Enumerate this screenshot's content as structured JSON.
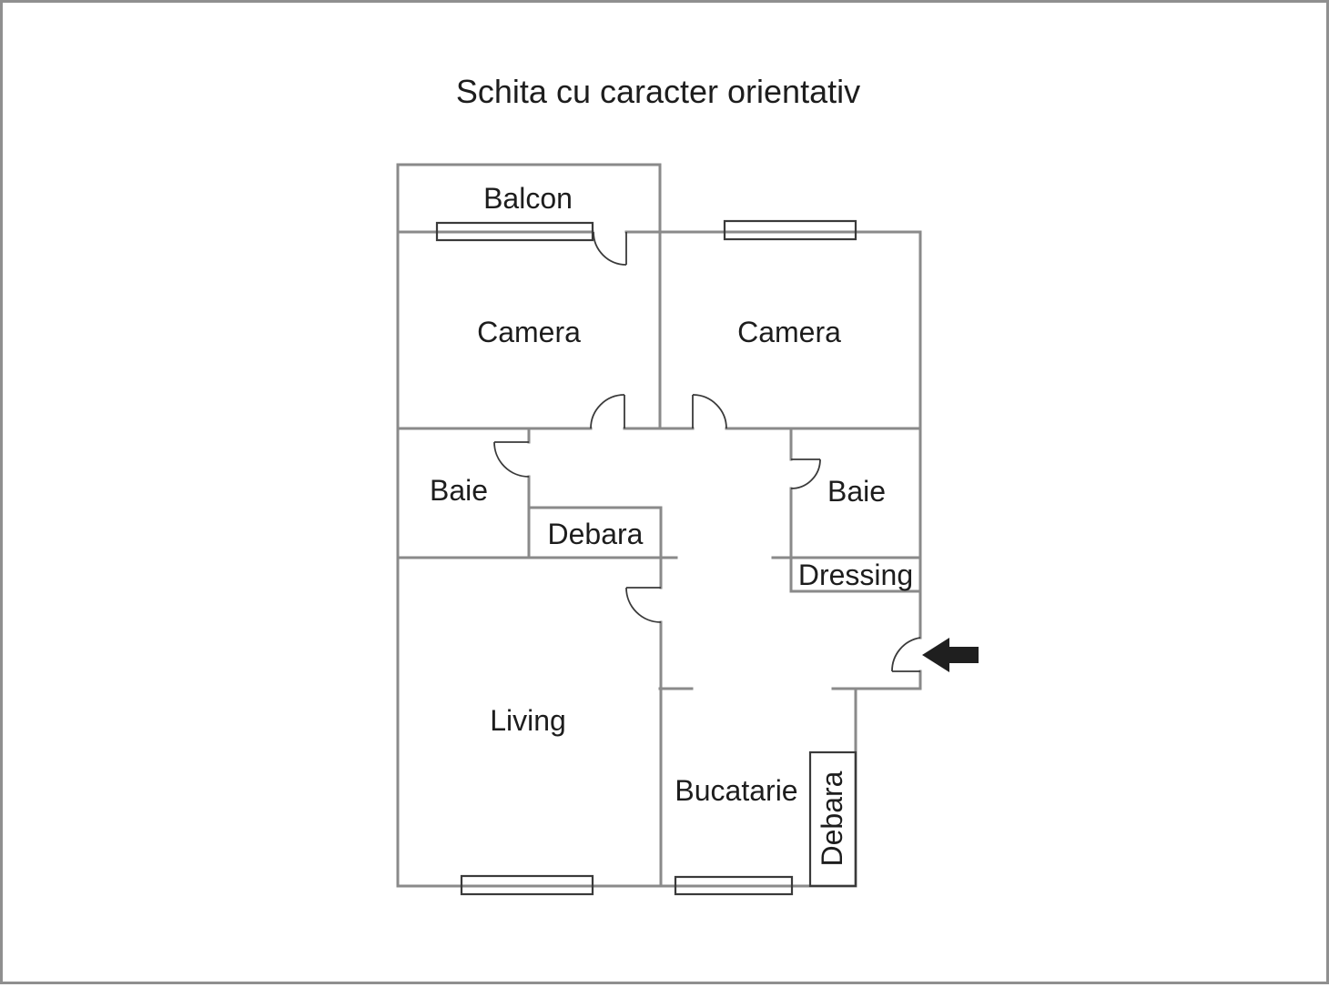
{
  "title": "Schita cu caracter orientativ",
  "rooms": {
    "balcon": "Balcon",
    "camera_left": "Camera",
    "camera_right": "Camera",
    "baie_left": "Baie",
    "baie_right": "Baie",
    "debara_hall": "Debara",
    "dressing": "Dressing",
    "living": "Living",
    "bucatarie": "Bucatarie",
    "debara_kitchen": "Debara"
  },
  "colors": {
    "wall": "#8a8a8a",
    "feature": "#3a3a3a",
    "text": "#1d1d1d",
    "background": "#ffffff",
    "frame": "#8f8f8f",
    "arrow": "#1f1f1f"
  }
}
